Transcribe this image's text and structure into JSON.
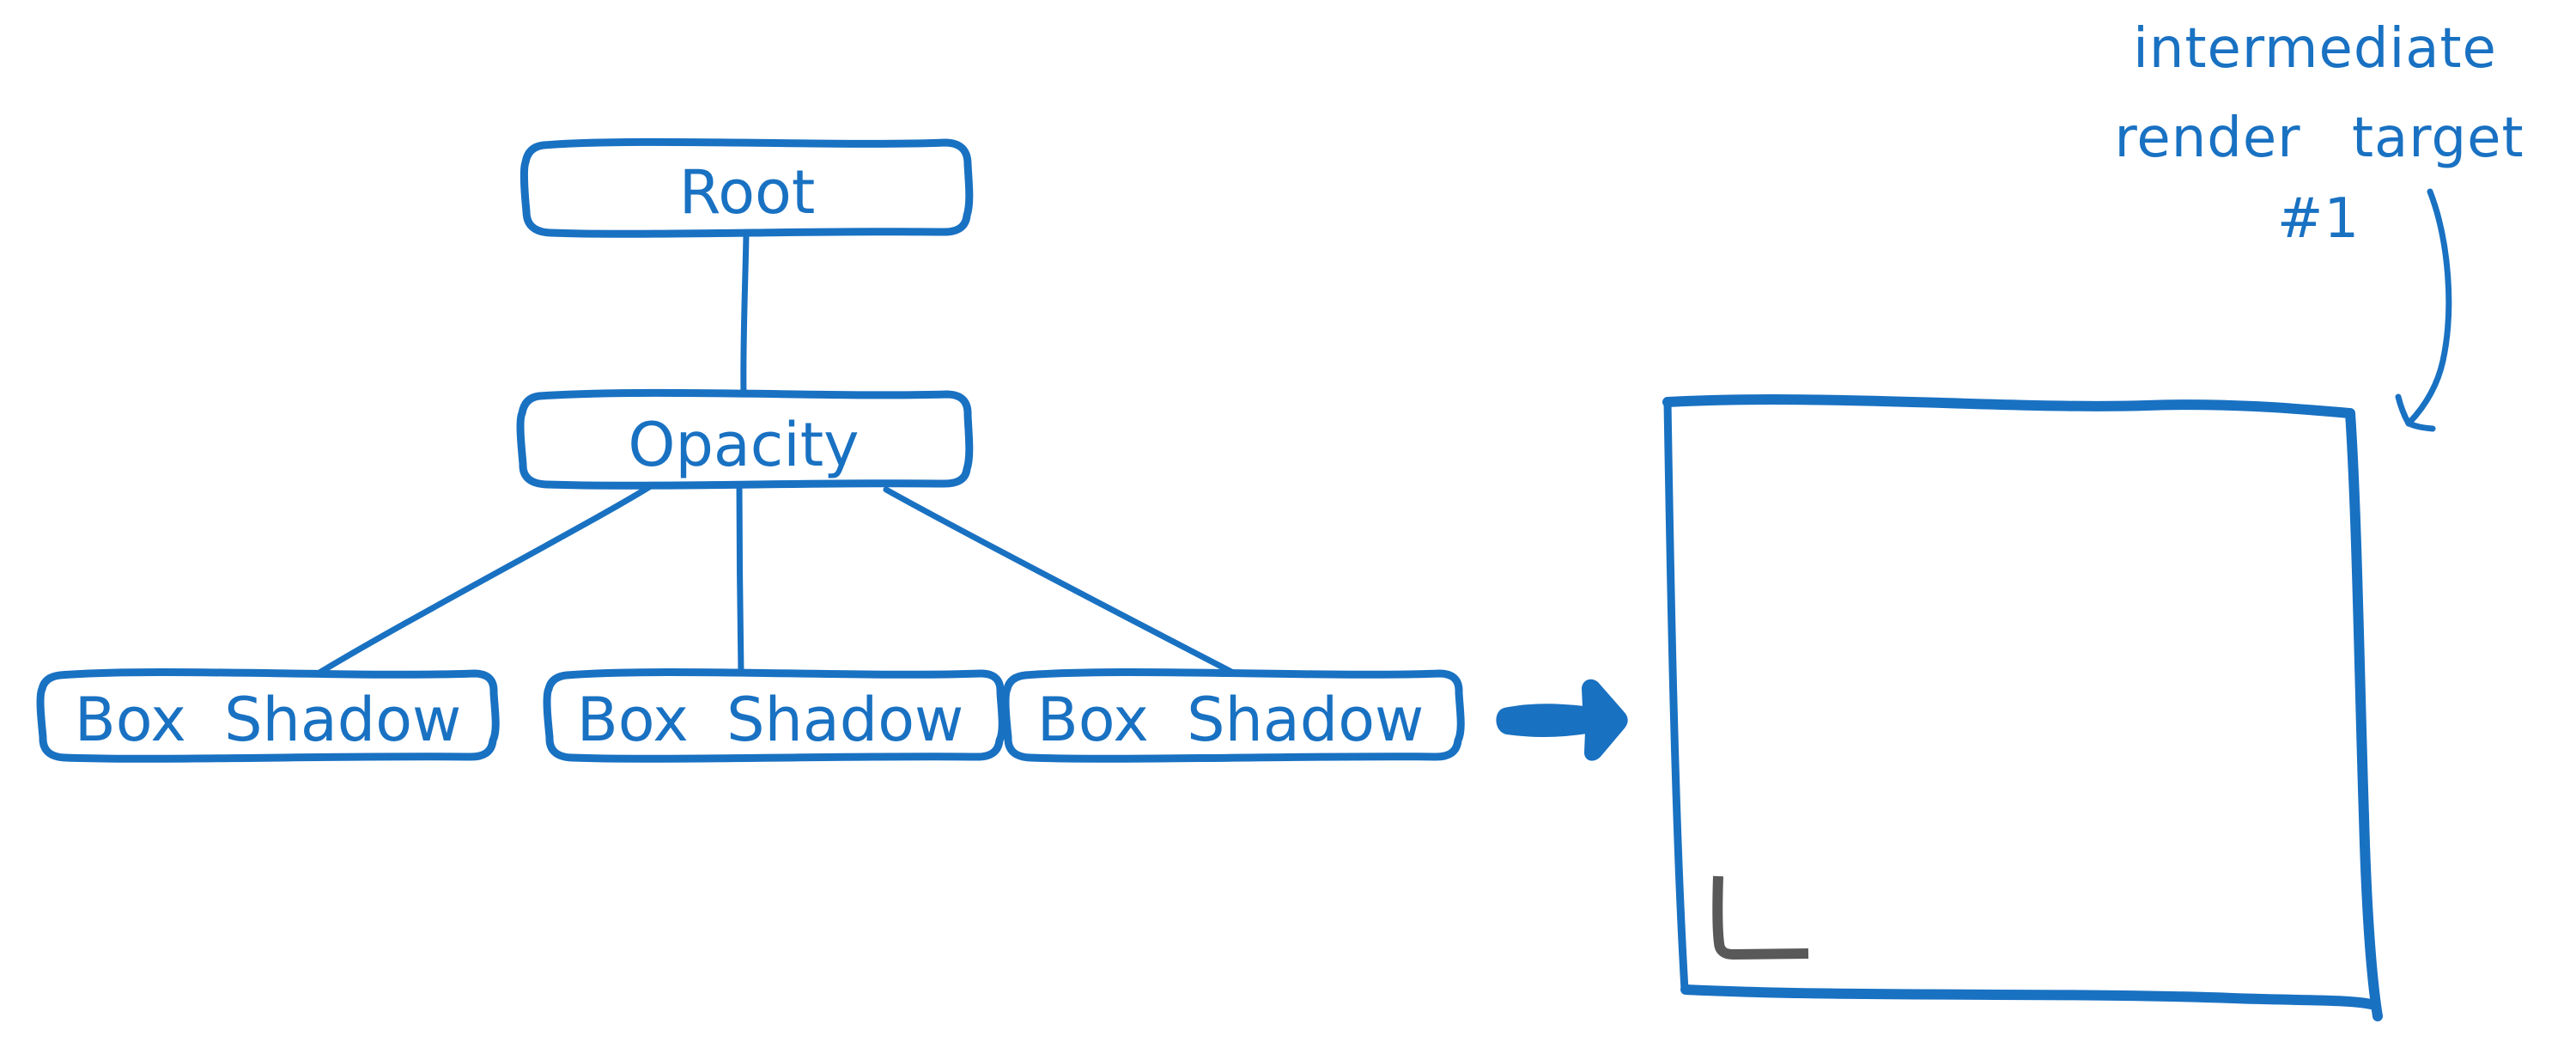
{
  "colors": {
    "ink_blue": "#1971c2",
    "mark_gray": "#595959",
    "background": "#ffffff"
  },
  "render_tree": {
    "root": {
      "label": "Root"
    },
    "opacity": {
      "label": "Opacity"
    },
    "children": [
      {
        "label": "Box Shadow"
      },
      {
        "label": "Box Shadow"
      },
      {
        "label": "Box Shadow"
      }
    ]
  },
  "annotation": {
    "line1": "intermediate",
    "line2": "render target",
    "line3": "#1"
  },
  "icons": {
    "flow_arrow": "thick-right-arrow",
    "annotation_arrow": "curved-down-left-arrow",
    "corner_mark": "l-shaped-corner-mark"
  }
}
